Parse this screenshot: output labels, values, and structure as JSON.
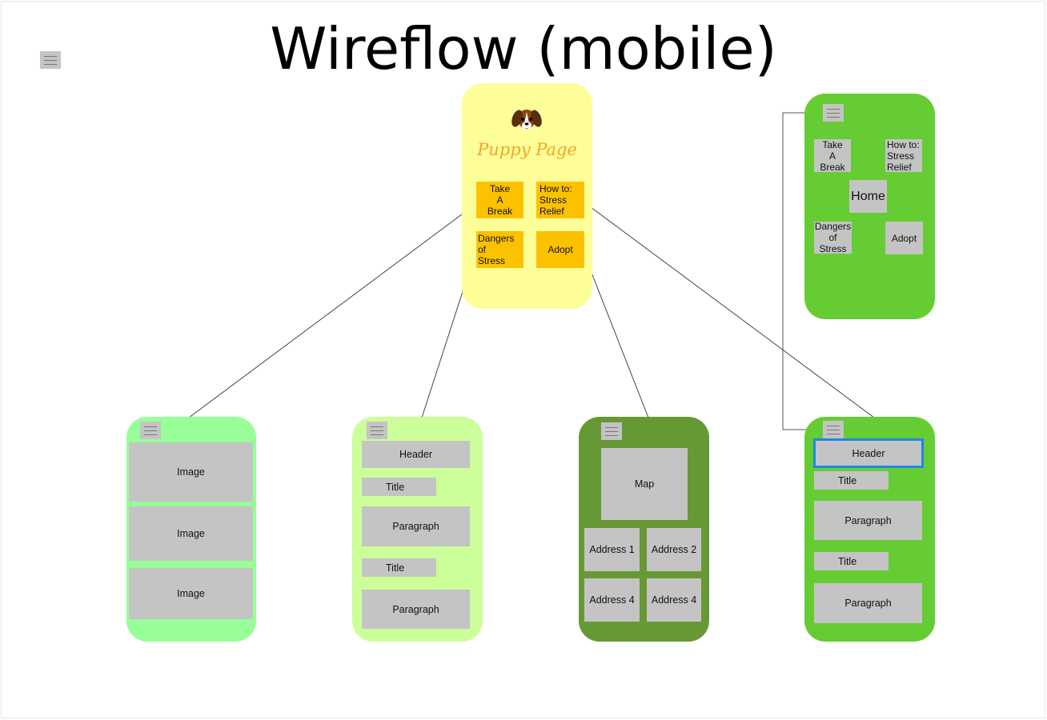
{
  "page": {
    "title": "Wireflow (mobile)"
  },
  "colors": {
    "home": "#fefe99",
    "home_button": "#fcc200",
    "puppy_title": "#f5a623",
    "take_a_break": "#98fe98",
    "dangers": "#ccfe99",
    "adopt": "#669934",
    "how_to": "#66cc33",
    "menu": "#66cc33",
    "placeholder": "#c4c4c4",
    "selection": "#1e88e5"
  },
  "home": {
    "title": "Puppy Page",
    "icon": "dog-face-icon",
    "buttons": {
      "take_a_break": "Take\nA\nBreak",
      "how_to": "How to:\nStress\nRelief",
      "dangers": "Dangers of\nStress",
      "adopt": "Adopt"
    }
  },
  "menu_screen": {
    "take_a_break": "Take\nA\nBreak",
    "how_to": "How to:\nStress\nRelief",
    "home": "Home",
    "dangers": "Dangers\nof Stress",
    "adopt": "Adopt"
  },
  "take_a_break_screen": {
    "images": [
      "Image",
      "Image",
      "Image"
    ]
  },
  "dangers_screen": {
    "header": "Header",
    "title_1": "Title",
    "paragraph_1": "Paragraph",
    "title_2": "Title",
    "paragraph_2": "Paragraph"
  },
  "adopt_screen": {
    "map": "Map",
    "addresses": [
      "Address 1",
      "Address 2",
      "Address 4",
      "Address 4"
    ]
  },
  "how_to_screen": {
    "header": "Header",
    "title_1": "Title",
    "paragraph_1": "Paragraph",
    "title_2": "Title",
    "paragraph_2": "Paragraph"
  }
}
